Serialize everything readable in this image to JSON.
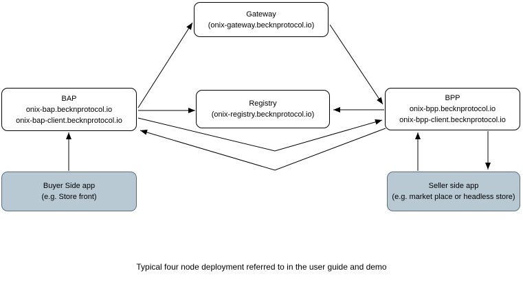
{
  "caption": "Typical four node deployment referred to in the user guide and demo",
  "nodes": {
    "gateway": {
      "lines": [
        "Gateway",
        "(onix-gateway.becknprotocol.io)"
      ]
    },
    "bap": {
      "lines": [
        "BAP",
        "onix-bap.becknprotocol.io",
        "onix-bap-client.becknprotocol.io"
      ]
    },
    "registry": {
      "lines": [
        "Registry",
        "(onix-registry.becknprotocol.io)"
      ]
    },
    "bpp": {
      "lines": [
        "BPP",
        "onix-bpp.becknprotocol.io",
        "onix-bpp-client.becknprotocol.io"
      ]
    },
    "buyer_app": {
      "lines": [
        "Buyer Side app",
        "(e.g. Store front)"
      ]
    },
    "seller_app": {
      "lines": [
        "Seller side app",
        "(e.g. market place or headless store)"
      ]
    }
  },
  "edges": [
    {
      "from": "bap",
      "to": "gateway",
      "direction": "one-way"
    },
    {
      "from": "gateway",
      "to": "bpp",
      "direction": "one-way"
    },
    {
      "from": "bap",
      "to": "registry",
      "direction": "one-way"
    },
    {
      "from": "bpp",
      "to": "registry",
      "direction": "one-way"
    },
    {
      "from": "bap",
      "to": "bpp",
      "direction": "one-way",
      "shape": "v-polyline"
    },
    {
      "from": "bpp",
      "to": "bap",
      "direction": "one-way",
      "shape": "v-polyline"
    },
    {
      "from": "buyer_app",
      "to": "bap",
      "direction": "one-way"
    },
    {
      "from": "seller_app",
      "to": "bpp",
      "direction": "one-way"
    },
    {
      "from": "bpp",
      "to": "seller_app",
      "direction": "one-way"
    }
  ],
  "colors": {
    "node_fill": "#ffffff",
    "node_border": "#000000",
    "app_fill": "#b8c9d4",
    "app_border": "#5a6e7e",
    "arrow": "#000000"
  }
}
